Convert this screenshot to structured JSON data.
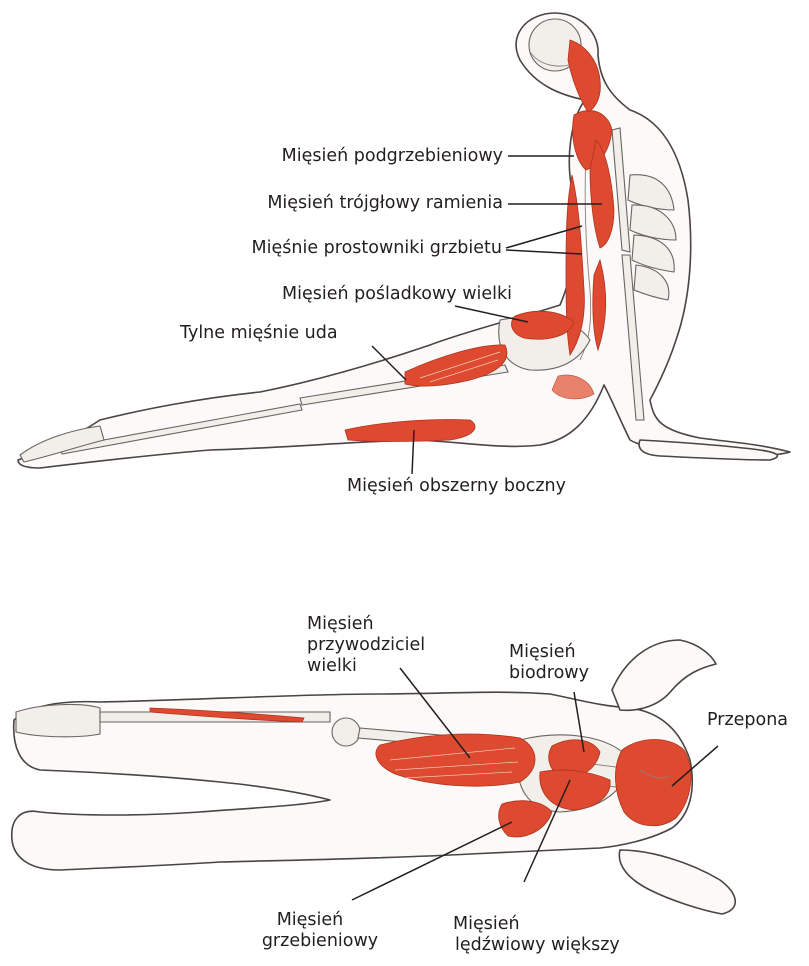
{
  "colors": {
    "muscle": "#dd4a2f",
    "line": "#231f20",
    "background": "#ffffff"
  },
  "top_figure": {
    "labels": {
      "infraspinatus": "Mięsień podgrzebieniowy",
      "triceps": "Mięsień trójgłowy ramienia",
      "erector_spinae": "Mięśnie prostowniki grzbietu",
      "gluteus_maximus": "Mięsień pośladkowy wielki",
      "hamstrings": "Tylne mięśnie uda",
      "vastus_lateralis": "Mięsień obszerny boczny"
    }
  },
  "bottom_figure": {
    "labels": {
      "adductor_magnus_1": "Mięsień",
      "adductor_magnus_2": "przywodziciel",
      "adductor_magnus_3": "wielki",
      "iliacus_1": "Mięsień",
      "iliacus_2": "biodrowy",
      "diaphragm": "Przepona",
      "pectineus_1": "Mięsień",
      "pectineus_2": "grzebieniowy",
      "psoas_1": "Mięsień",
      "psoas_2": "lędźwiowy większy"
    }
  }
}
